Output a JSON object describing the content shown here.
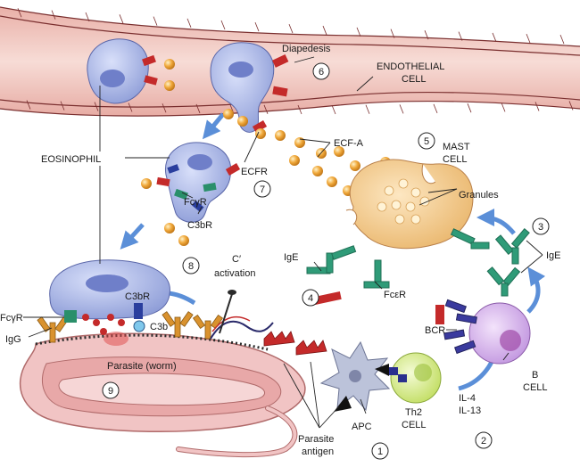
{
  "labels": {
    "diapedesis": "Diapedesis",
    "endothelial_line1": "ENDOTHELIAL",
    "endothelial_line2": "CELL",
    "eosinophil": "EOSINOPHIL",
    "ecf_a": "ECF-A",
    "ecfr": "ECFR",
    "fcgammar": "FcγR",
    "c3br": "C3bR",
    "mast_line1": "MAST",
    "mast_line2": "CELL",
    "granules": "Granules",
    "ige_left": "IgE",
    "ige_right": "IgE",
    "fcepsilonr": "FcεR",
    "c_prime_line1": "C′",
    "c_prime_line2": "activation",
    "c3br_bound": "C3bR",
    "c3b": "C3b",
    "fcgammar_left": "FcγR",
    "igg": "IgG",
    "parasite_worm": "Parasite (worm)",
    "bcr": "BCR",
    "b_cell_line1": "B",
    "b_cell_line2": "CELL",
    "il4": "IL-4",
    "il13": "IL-13",
    "th2_line1": "Th2",
    "th2_line2": "CELL",
    "apc": "APC",
    "parasite_antigen_line1": "Parasite",
    "parasite_antigen_line2": "antigen"
  },
  "steps": [
    "1",
    "2",
    "3",
    "4",
    "5",
    "6",
    "7",
    "8",
    "9"
  ],
  "colors": {
    "vessel": "#f2c7c0",
    "vessel_wall": "#c98a85",
    "eosinophil": "#a9b5e6",
    "nucleus": "#6f7fc9",
    "granule": "#f0a83a",
    "mast_cell": "#f5cf94",
    "b_cell": "#d6b3ec",
    "th2_cell": "#d8ee8c",
    "apc": "#bcc3da",
    "worm": "#f1c4c4",
    "receptor_red": "#c42a2a",
    "receptor_green": "#2a8f6a",
    "receptor_blue": "#2a3e9e",
    "antibody_green": "#2f9b78",
    "antibody_orange": "#d9922e",
    "arrow_blue": "#5b8fd8"
  }
}
